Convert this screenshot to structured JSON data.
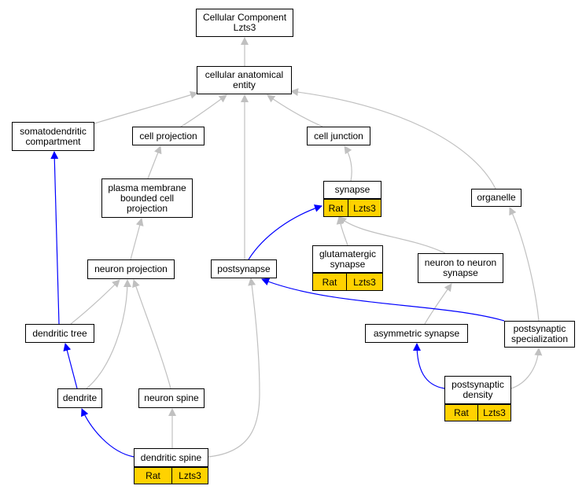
{
  "colors": {
    "gray_edge": "#c0c0c0",
    "blue_edge": "#0000ff",
    "annotation_fill": "#ffd200"
  },
  "nodes": {
    "cc": "Cellular Component\nLzts3",
    "cae": "cellular anatomical\nentity",
    "somato": "somatodendritic\ncompartment",
    "cellproj": "cell projection",
    "celljunction": "cell junction",
    "synapse": "synapse",
    "organelle": "organelle",
    "pmbcp": "plasma membrane\nbounded cell\nprojection",
    "glut": "glutamatergic\nsynapse",
    "n2n": "neuron to neuron\nsynapse",
    "neuronproj": "neuron projection",
    "postsynapse": "postsynapse",
    "dendtree": "dendritic tree",
    "asym": "asymmetric synapse",
    "pss": "postsynaptic\nspecialization",
    "dendrite": "dendrite",
    "neuronspine": "neuron spine",
    "psd": "postsynaptic\ndensity",
    "dspine": "dendritic spine"
  },
  "annotations": {
    "synapse": [
      "Rat",
      "Lzts3"
    ],
    "glut": [
      "Rat",
      "Lzts3"
    ],
    "psd": [
      "Rat",
      "Lzts3"
    ],
    "dspine": [
      "Rat",
      "Lzts3"
    ]
  }
}
